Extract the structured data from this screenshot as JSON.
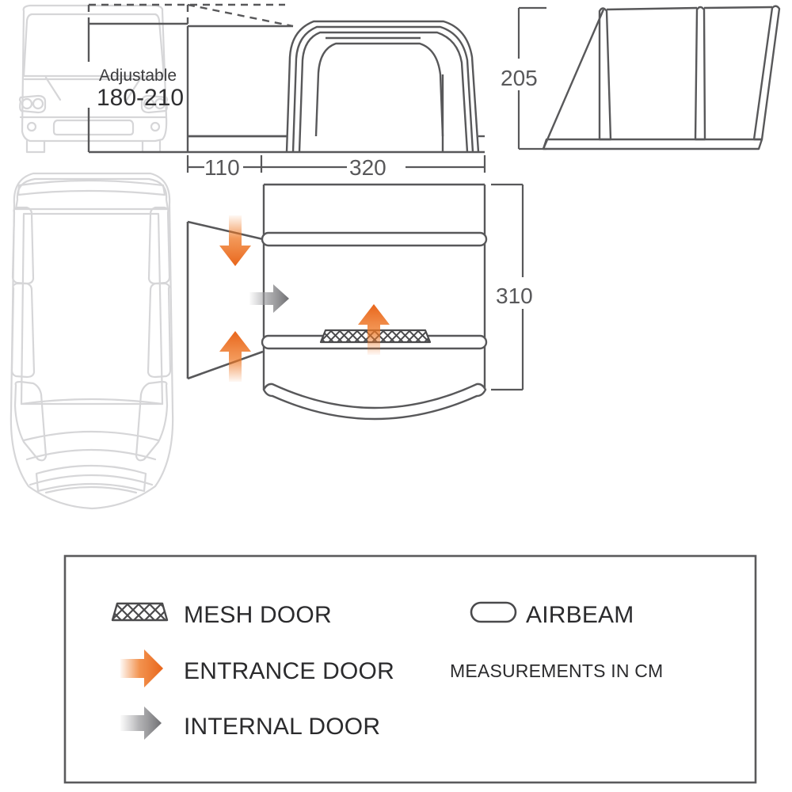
{
  "diagram": {
    "title_note": "MEASUREMENTS IN CM",
    "vehicle": {
      "adjustable_label": "Adjustable",
      "adjustable_range": "180-210"
    },
    "dimensions": {
      "tunnel_depth": "110",
      "awning_depth": "320",
      "side_height": "205",
      "awning_width": "310"
    },
    "views": {
      "front_elevation_name": "awning-front-elevation",
      "side_elevation_name": "awning-side-elevation",
      "plan_name": "awning-plan-view",
      "vehicle_front_name": "vehicle-front-view",
      "vehicle_plan_name": "vehicle-plan-view"
    }
  },
  "legend": {
    "items": [
      {
        "id": "mesh-door",
        "label": "MESH DOOR",
        "icon": "mesh-icon",
        "color": "#4a4a4c"
      },
      {
        "id": "entrance-door",
        "label": "ENTRANCE DOOR",
        "icon": "arrow-right-icon",
        "color": "#ef7723"
      },
      {
        "id": "internal-door",
        "label": "INTERNAL DOOR",
        "icon": "arrow-right-icon",
        "color": "#808083"
      },
      {
        "id": "airbeam",
        "label": "AIRBEAM",
        "icon": "capsule-icon",
        "color": "#4a4a4c"
      }
    ],
    "note": "MEASUREMENTS IN CM"
  },
  "colors": {
    "outline": "#58585a",
    "vehicle_outline": "#d6d6d8",
    "orange": "#ef7723",
    "grey_arrow": "#87878a",
    "legend_border": "#5a5a5c",
    "mesh": "#4a4a4c"
  }
}
